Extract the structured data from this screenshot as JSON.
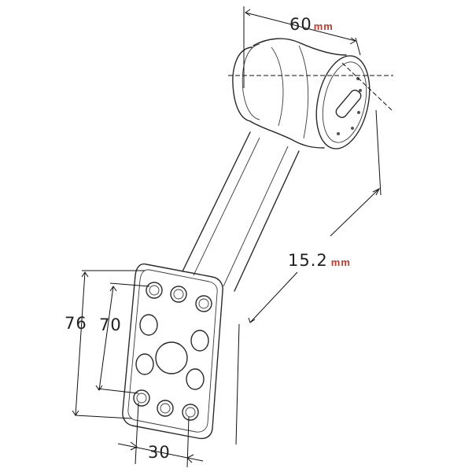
{
  "dimensions": {
    "cylinder_diameter": {
      "value": "60",
      "unit": "mm"
    },
    "arm_length": {
      "value": "15.2",
      "unit": "mm"
    },
    "plate_outer_height": {
      "value": "76"
    },
    "plate_hole_spacing": {
      "value": "70"
    },
    "plate_hole_width": {
      "value": "30"
    }
  },
  "colors": {
    "line": "#2a2a2a",
    "unit_text": "#c0392b",
    "background": "#ffffff"
  }
}
